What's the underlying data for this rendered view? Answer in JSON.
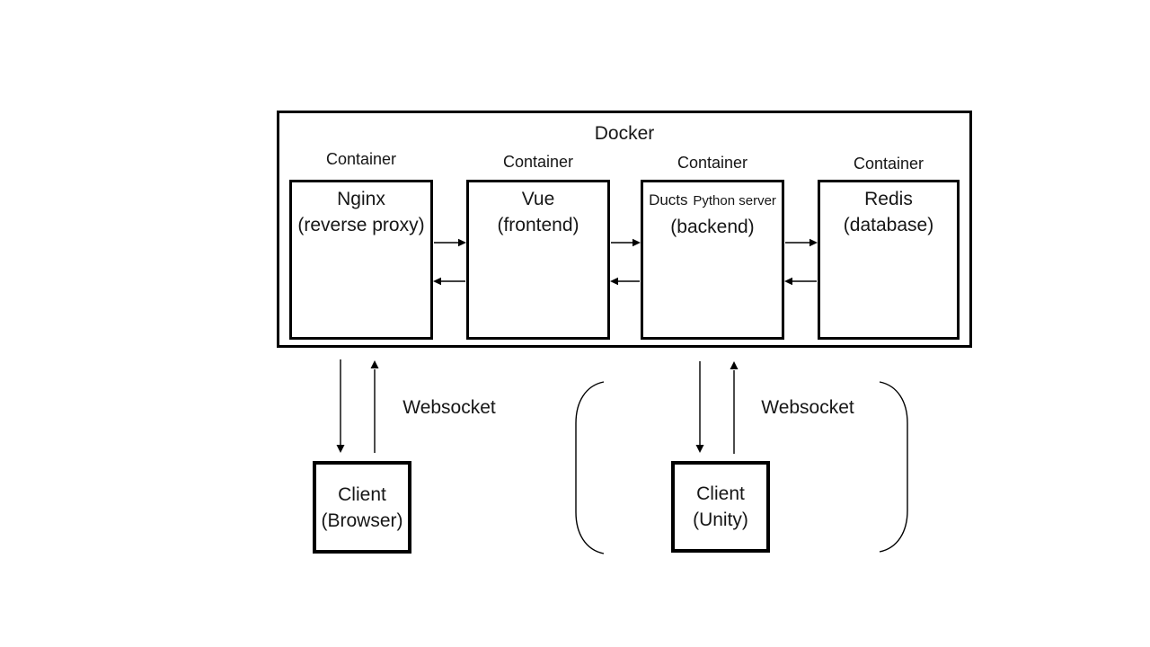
{
  "docker": {
    "label": "Docker"
  },
  "containers": [
    {
      "caption": "Container",
      "title": "Nginx",
      "subtitle": "(reverse proxy)"
    },
    {
      "caption": "Container",
      "title": "Vue",
      "subtitle": "(frontend)"
    },
    {
      "caption": "Container",
      "title": "Ducts",
      "title_small": "Python server",
      "subtitle": "(backend)"
    },
    {
      "caption": "Container",
      "title": "Redis",
      "subtitle": "(database)"
    }
  ],
  "clients": [
    {
      "title": "Client",
      "subtitle": "(Browser)",
      "protocol_label": "Websocket"
    },
    {
      "title": "Client",
      "subtitle": "(Unity)",
      "protocol_label": "Websocket"
    }
  ],
  "colors": {
    "stroke": "#000000",
    "background": "#ffffff",
    "text": "#161616"
  }
}
